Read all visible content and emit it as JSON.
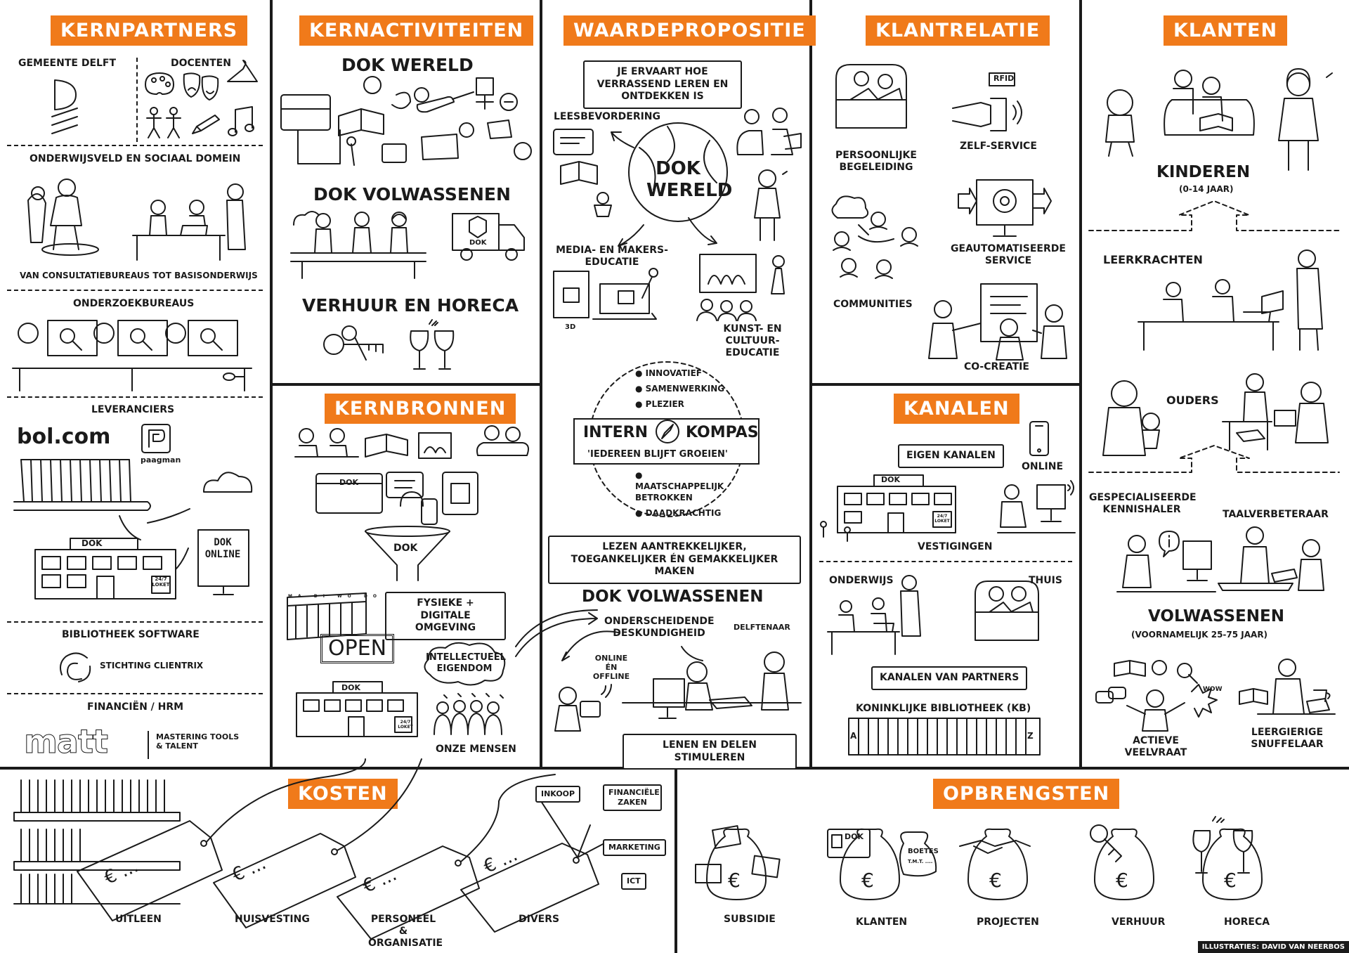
{
  "headers": {
    "kernpartners": "Kernpartners",
    "kernactiviteiten": "Kernactiviteiten",
    "waardepropositie": "Waardepropositie",
    "klantrelatie": "Klantrelatie",
    "klanten": "Klanten",
    "kernbronnen": "Kernbronnen",
    "kanalen": "Kanalen",
    "kosten": "Kosten",
    "opbrengsten": "Opbrengsten"
  },
  "kernpartners": {
    "gemeente": "Gemeente Delft",
    "docenten": "Docenten",
    "onderwijsveld": "Onderwijsveld en sociaal domein",
    "consultatie": "Van consultatiebureaus tot basisonderwijs",
    "onderzoek": "Onderzoekbureaus",
    "leveranciers": "Leveranciers",
    "bol": "bol.com",
    "paagman": "paagman",
    "dok": "DOK",
    "dok_online": "DOK ONLINE",
    "loket": "24/7 LOKET",
    "software": "Bibliotheek software",
    "clientrix": "Stichting Clientrix",
    "financien": "Financiën / HRM",
    "matt": "matt",
    "matt_tag": "Mastering Tools & Talent"
  },
  "kernactiviteiten": {
    "wereld": "DOK wereld",
    "volwassenen": "DOK volwassenen",
    "verhuur": "Verhuur en horeca",
    "truck": "DOK"
  },
  "kernbronnen": {
    "fysiek": "Fysieke + digitale omgeving",
    "intellectueel": "Intellectueel eigendom",
    "mensen": "Onze mensen",
    "open": "OPEN",
    "funnel": "DOK",
    "dok": "DOK",
    "loket": "24/7 LOKET",
    "days": [
      "MA",
      "DI",
      "WO",
      "DO",
      "VR",
      "ZA",
      "ZO"
    ]
  },
  "waarde": {
    "bubble": "Je ervaart hoe verrassend leren en ontdekken is",
    "leesbevordering": "Leesbevordering",
    "globe": "DOK wereld",
    "media": "Media- en makers-educatie",
    "kunst": "Kunst- en cultuur-educatie",
    "threed": "3D",
    "bullets_top": [
      "Innovatief",
      "Samenwerking",
      "Plezier"
    ],
    "intern": "Intern",
    "kompas": "Kompas",
    "kompas_sub": "'Iedereen blijft groeien'",
    "bullets_bottom": [
      "Maatschappelijk betrokken",
      "Daadkrachtig"
    ],
    "lezen": "Lezen aantrekkelijker, toegankelijker én gemakkelijker maken",
    "volwassenen": "DOK volwassenen",
    "deskundigheid": "Onderscheidende deskundigheid",
    "delftenaar": "Delftenaar",
    "online": "Online én offline",
    "lenen": "Lenen en delen stimuleren"
  },
  "klantrelatie": {
    "persoonlijk": "Persoonlijke begeleiding",
    "rfid": "RFID",
    "zelf": "Zelf-service",
    "communities": "Communities",
    "geautomatiseerd": "Geautomatiseerde service",
    "cocreatie": "Co-creatie"
  },
  "kanalen": {
    "eigen": "Eigen kanalen",
    "online": "Online",
    "vestigingen": "Vestigingen",
    "dok": "DOK",
    "loket": "24/7 LOKET",
    "onderwijs": "Onderwijs",
    "thuis": "Thuis",
    "partners": "Kanalen van partners",
    "kb": "Koninklijke Bibliotheek (KB)",
    "a": "A",
    "z": "Z"
  },
  "klanten": {
    "kinderen": "Kinderen",
    "kinderen_age": "(0-14 jaar)",
    "leerkrachten": "Leerkrachten",
    "ouders": "Ouders",
    "gespecialiseerd": "Gespecialiseerde kennishaler",
    "taal": "Taalverbeteraar",
    "volwassenen": "Volwassenen",
    "volwassenen_age": "(voornamelijk 25-75 jaar)",
    "actief": "Actieve veelvraat",
    "leergierig": "Leergierige snuffelaar",
    "wow": "WOW"
  },
  "kosten": {
    "items": [
      "Uitleen",
      "Huisvesting",
      "Personeel & organisatie",
      "Divers"
    ],
    "tag": "€ ...",
    "divers_labels": [
      "Inkoop",
      "Financiële zaken",
      "Marketing",
      "ICT"
    ]
  },
  "opbrengsten": {
    "items": [
      "Subsidie",
      "Klanten",
      "Projecten",
      "Verhuur",
      "Horeca"
    ],
    "euro": "€",
    "dok_card": "DOK",
    "boetes": "BOETES",
    "boetes_sub": "T.M.T. ...."
  },
  "credit": "Illustraties: David van Neerbos"
}
